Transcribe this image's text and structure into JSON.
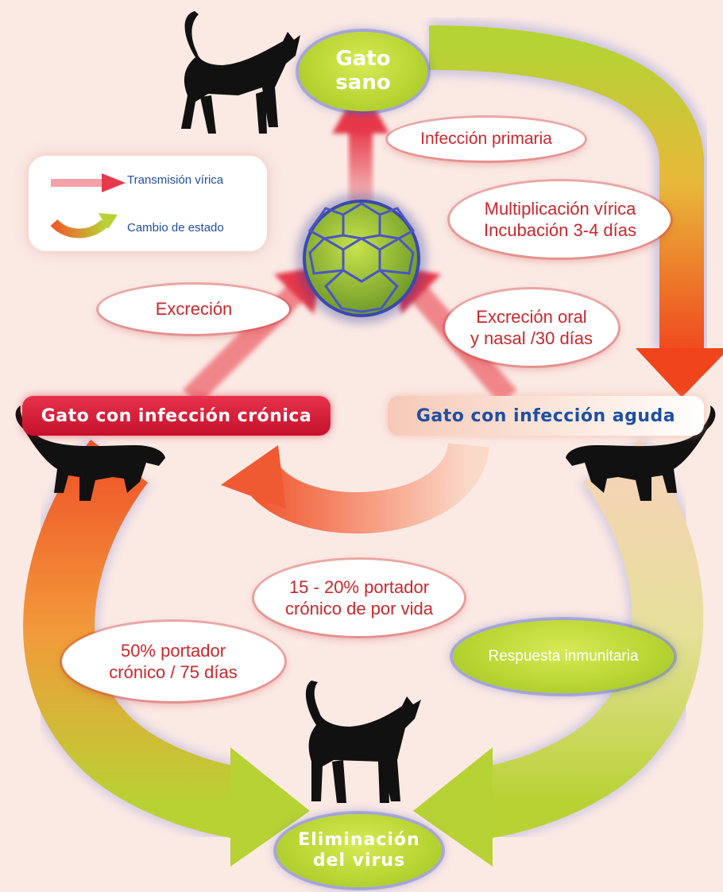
{
  "title_nodes": {
    "healthy": "Gato\nsano",
    "chronic": "Gato con infección crónica",
    "acute": "Gato con infección aguda",
    "elimination": "Eliminación\ndel virus"
  },
  "legend": {
    "viral_transmission": "Transmisión vírica",
    "state_change": "Cambio de estado"
  },
  "labels": {
    "primary_infection": "Infección primaria",
    "viral_multiplication": "Multiplicación vírica\nIncubación 3-4 días",
    "excretion": "Excreción",
    "oral_nasal_excretion": "Excreción oral\ny nasal /30 días",
    "lifelong_carrier": "15 - 20% portador\ncrónico de por vida",
    "chronic_carrier_75": "50% portador\ncrónico / 75 días",
    "immune_response": "Respuesta inmunitaria"
  },
  "colors": {
    "background": "#fbe9e4",
    "green_node": "#b8d432",
    "chronic_red": "#d41e3a",
    "acute_blue_text": "#1f4fa3",
    "label_red": "#c8282d",
    "transmission_arrow": "#e8434f",
    "state_arrow_orange": "#f26a2a",
    "state_arrow_green": "#b5d334"
  },
  "icons": [
    "cat-silhouette-icon",
    "virus-particle-icon",
    "transmission-arrow-icon",
    "state-change-arrow-icon"
  ]
}
